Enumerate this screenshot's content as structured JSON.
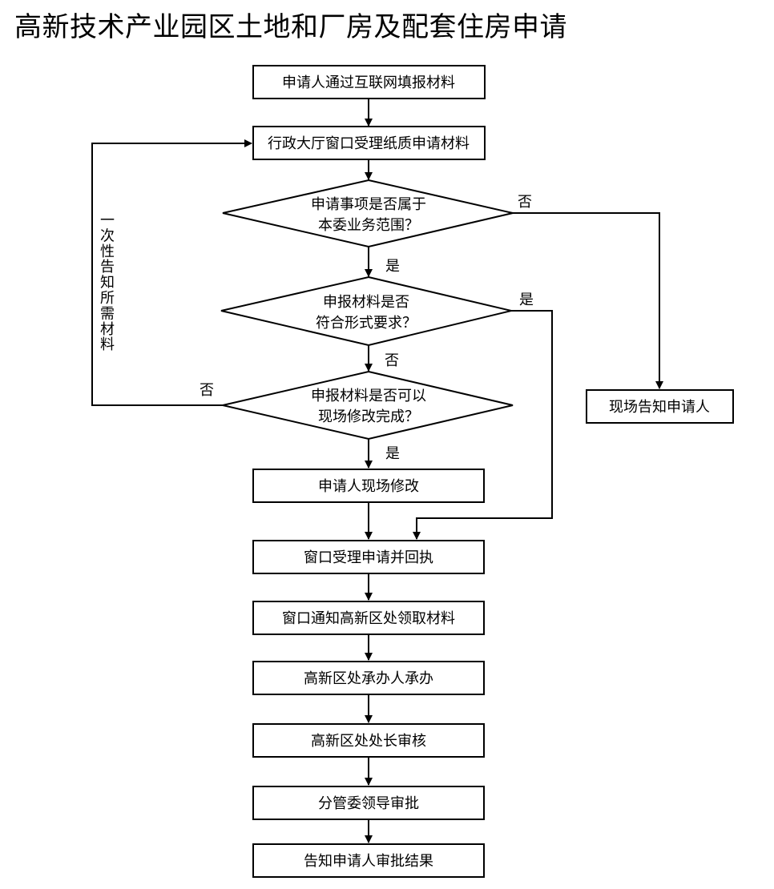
{
  "title": "高新技术产业园区土地和厂房及配套住房申请",
  "nodes": {
    "apply_online": "申请人通过互联网填报材料",
    "window_accept_paper": "行政大厅窗口受理纸质申请材料",
    "decision_scope": [
      "申请事项是否属于",
      "本委业务范围？"
    ],
    "decision_format": [
      "申报材料是否",
      "符合形式要求？"
    ],
    "decision_fix": [
      "申报材料是否可以",
      "现场修改完成？"
    ],
    "applicant_fix": "申请人现场修改",
    "window_accept_receipt": "窗口受理申请并回执",
    "notify_district": "窗口通知高新区处领取材料",
    "handler": "高新区处承办人承办",
    "director_review": "高新区处处长审核",
    "leader_approve": "分管委领导审批",
    "notify_result": "告知申请人审批结果",
    "notify_onsite": "现场告知申请人"
  },
  "edge_labels": {
    "scope_no": "否",
    "scope_yes": "是",
    "format_yes": "是",
    "format_no": "否",
    "fix_no": "否",
    "fix_yes": "是"
  },
  "side_note": "一次性告知所需材料"
}
